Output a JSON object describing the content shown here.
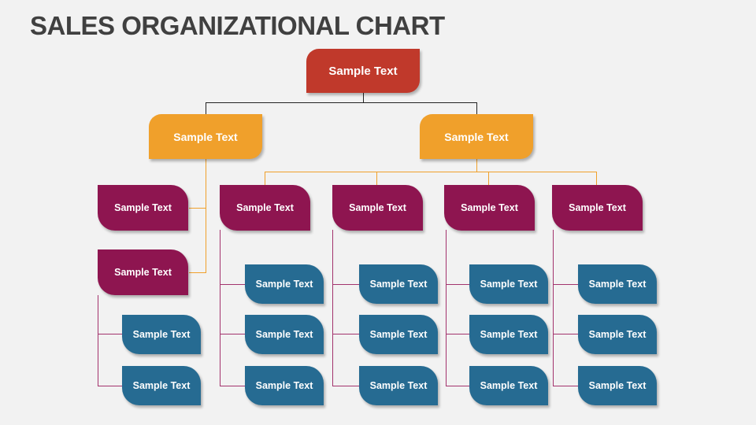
{
  "title": "SALES ORGANIZATIONAL CHART",
  "colors": {
    "ceo": "#c0392b",
    "manager": "#f0a02b",
    "lead": "#8e1550",
    "rep": "#266b92",
    "background": "#f2f2f2",
    "title": "#404040"
  },
  "ceo": {
    "label": "Sample Text"
  },
  "managers": [
    {
      "label": "Sample Text"
    },
    {
      "label": "Sample Text"
    }
  ],
  "left_branch": {
    "leads": [
      {
        "label": "Sample Text"
      },
      {
        "label": "Sample Text"
      }
    ],
    "reps": [
      {
        "label": "Sample Text"
      },
      {
        "label": "Sample Text"
      }
    ]
  },
  "right_branch": {
    "teams": [
      {
        "lead": "Sample Text",
        "reps": [
          "Sample Text",
          "Sample Text",
          "Sample Text"
        ]
      },
      {
        "lead": "Sample Text",
        "reps": [
          "Sample Text",
          "Sample Text",
          "Sample Text"
        ]
      },
      {
        "lead": "Sample Text",
        "reps": [
          "Sample Text",
          "Sample Text",
          "Sample Text"
        ]
      },
      {
        "lead": "Sample Text",
        "reps": [
          "Sample Text",
          "Sample Text",
          "Sample Text"
        ]
      }
    ]
  }
}
